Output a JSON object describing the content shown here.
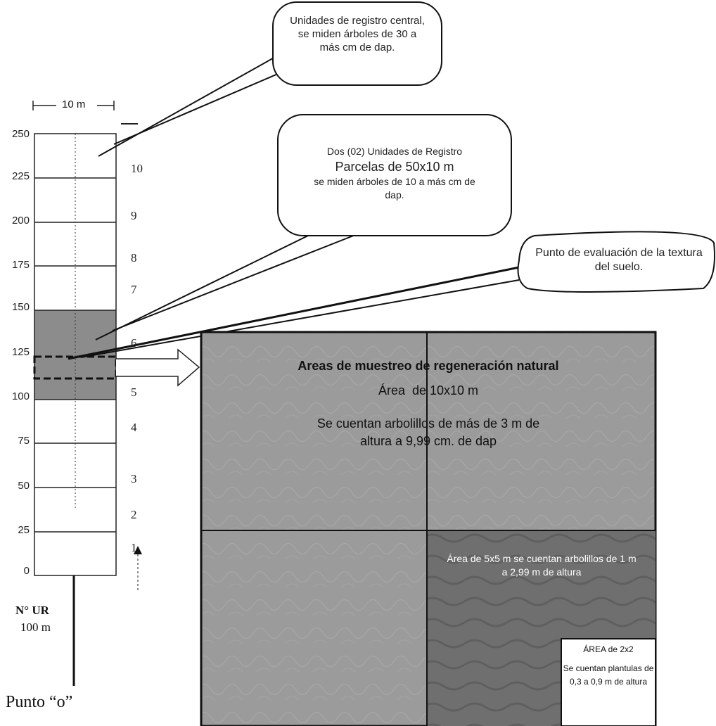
{
  "scale": {
    "width_label": "10 m",
    "ticks": [
      "250",
      "225",
      "200",
      "175",
      "150",
      "125",
      "100",
      "75",
      "50",
      "25",
      "0"
    ]
  },
  "units": [
    "10",
    "9",
    "8",
    "7",
    "6",
    "5",
    "4",
    "3",
    "2",
    "1"
  ],
  "nur": {
    "label": "N° UR",
    "length": "100 m"
  },
  "start_point": "Punto “o”",
  "callouts": {
    "central": "Unidades de registro central, se miden árboles de 30 a más cm de dap.",
    "registro": {
      "line1": "Dos (02) Unidades de Registro",
      "line2": "Parcelas de 50x10 m",
      "line3": "se miden árboles de 10 a más cm de dap."
    },
    "textura": "Punto de evaluación de la textura del suelo."
  },
  "regeneration": {
    "title": "Areas de muestreo de regeneración natural",
    "subtitle": "Área  de 10x10 m",
    "description": "Se cuentan arbolillos de más de 3 m de altura a 9,99 cm. de dap",
    "sub5": "Área de 5x5 m se cuentan arbolillos de 1 m a 2,99 m de altura",
    "sub2_title": "ÁREA de 2x2",
    "sub2_text": "Se cuentan plantulas de 0,3 a 0,9 m de altura"
  },
  "colors": {
    "panel_light": "#9a9a9a",
    "panel_dark": "#6d6d6d",
    "shaded_units": "#8c8c8c"
  }
}
